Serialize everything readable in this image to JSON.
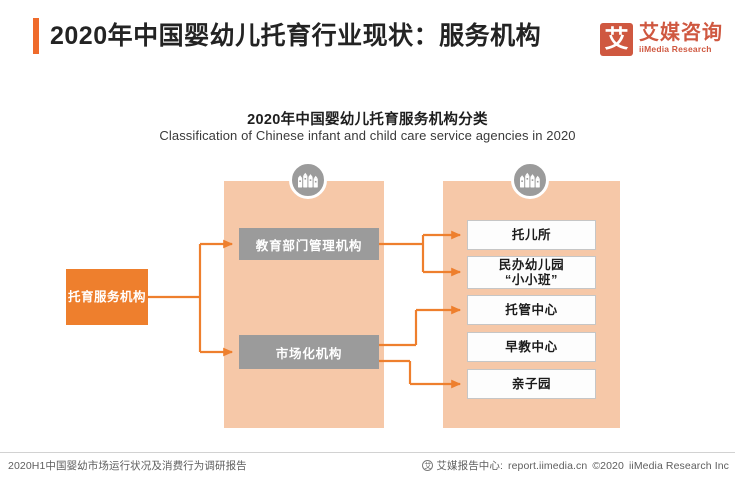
{
  "header": {
    "title": "2020年中国婴幼儿托育行业现状：服务机构",
    "accent_color": "#ef6b2b",
    "logo": {
      "mark_glyph": "艾",
      "name_cn": "艾媒咨询",
      "name_en": "iiMedia Research",
      "color": "#cf5840"
    }
  },
  "chart": {
    "title_cn": "2020年中国婴幼儿托育服务机构分类",
    "title_en": "Classification of Chinese infant and child care service agencies in 2020"
  },
  "chart_data": {
    "type": "diagram",
    "title": "2020年中国婴幼儿托育服务机构分类",
    "subtitle": "Classification of Chinese infant and child care service agencies in 2020",
    "orientation": "left-to-right",
    "root": {
      "label": "托育服务机构",
      "color": "#ee7f2d",
      "text_color": "#ffffff"
    },
    "levels": [
      {
        "level": 1,
        "panel_color": "#f6c8a8",
        "icon": "institution-icon",
        "nodes": [
          {
            "id": "mid1",
            "label": "教育部门管理机构",
            "color": "#9b9b9b",
            "text_color": "#ffffff"
          },
          {
            "id": "mid2",
            "label": "市场化机构",
            "color": "#9b9b9b",
            "text_color": "#ffffff"
          }
        ]
      },
      {
        "level": 2,
        "panel_color": "#f6c8a8",
        "icon": "institution-icon",
        "nodes": [
          {
            "id": "leaf1",
            "label": "托儿所",
            "parent": "mid1",
            "color": "#fdfdfd",
            "text_color": "#1c1c1c"
          },
          {
            "id": "leaf2",
            "label": "民办幼儿园\n“小小班”",
            "line1": "民办幼儿园",
            "line2": "“小小班”",
            "parent": "mid1",
            "color": "#fdfdfd",
            "text_color": "#1c1c1c"
          },
          {
            "id": "leaf3",
            "label": "托管中心",
            "parent": "mid2",
            "color": "#fdfdfd",
            "text_color": "#1c1c1c"
          },
          {
            "id": "leaf4",
            "label": "早教中心",
            "parent": "mid2",
            "color": "#fdfdfd",
            "text_color": "#1c1c1c"
          },
          {
            "id": "leaf5",
            "label": "亲子园",
            "parent": "mid2",
            "color": "#fdfdfd",
            "text_color": "#1c1c1c"
          }
        ]
      }
    ],
    "connector_color": "#ee7f2d"
  },
  "footer": {
    "left": "2020H1中国婴幼市场运行状况及消费行为调研报告",
    "badge": "艾",
    "center_cn": "艾媒报告中心:",
    "url": "report.iimedia.cn",
    "copyright": "©2020",
    "company": "iiMedia Research Inc"
  }
}
